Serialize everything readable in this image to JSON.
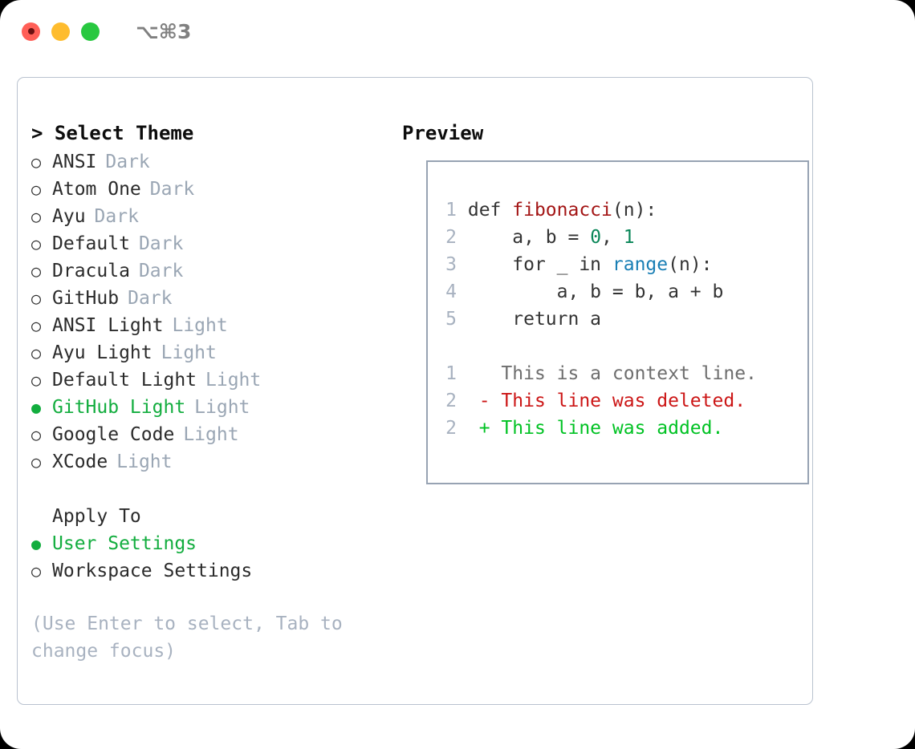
{
  "titlebar": {
    "shortcut": "⌥⌘3",
    "lights": [
      "close-red",
      "minimize-yellow",
      "maximize-green"
    ]
  },
  "dialog": {
    "theme_panel": {
      "heading": "> Select Theme",
      "bullet_selected": "●",
      "bullet_unselected": "○",
      "themes": [
        {
          "label": "ANSI",
          "category": "Dark",
          "selected": false
        },
        {
          "label": "Atom One",
          "category": "Dark",
          "selected": false
        },
        {
          "label": "Ayu",
          "category": "Dark",
          "selected": false
        },
        {
          "label": "Default",
          "category": "Dark",
          "selected": false
        },
        {
          "label": "Dracula",
          "category": "Dark",
          "selected": false
        },
        {
          "label": "GitHub",
          "category": "Dark",
          "selected": false
        },
        {
          "label": "ANSI Light",
          "category": "Light",
          "selected": false
        },
        {
          "label": "Ayu Light",
          "category": "Light",
          "selected": false
        },
        {
          "label": "Default Light",
          "category": "Light",
          "selected": false
        },
        {
          "label": "GitHub Light",
          "category": "Light",
          "selected": true
        },
        {
          "label": "Google Code",
          "category": "Light",
          "selected": false
        },
        {
          "label": "XCode",
          "category": "Light",
          "selected": false
        }
      ],
      "apply_to": {
        "heading": "Apply To",
        "options": [
          {
            "label": "User Settings",
            "selected": true
          },
          {
            "label": "Workspace Settings",
            "selected": false
          }
        ]
      },
      "hint": "(Use Enter to select, Tab to change focus)"
    },
    "preview_panel": {
      "heading": "Preview",
      "code_lines": [
        {
          "number": "1",
          "tokens": [
            {
              "text": "def ",
              "type": "plain"
            },
            {
              "text": "fibonacci",
              "type": "function"
            },
            {
              "text": "(n):",
              "type": "plain"
            }
          ]
        },
        {
          "number": "2",
          "tokens": [
            {
              "text": "    a, b = ",
              "type": "plain"
            },
            {
              "text": "0",
              "type": "number"
            },
            {
              "text": ", ",
              "type": "plain"
            },
            {
              "text": "1",
              "type": "number"
            }
          ]
        },
        {
          "number": "3",
          "tokens": [
            {
              "text": "    for _ in ",
              "type": "plain"
            },
            {
              "text": "range",
              "type": "call"
            },
            {
              "text": "(n):",
              "type": "plain"
            }
          ]
        },
        {
          "number": "4",
          "tokens": [
            {
              "text": "        a, b = b, a + b",
              "type": "plain"
            }
          ]
        },
        {
          "number": "5",
          "tokens": [
            {
              "text": "    return a",
              "type": "plain"
            }
          ]
        }
      ],
      "diff_lines": [
        {
          "number": "1",
          "marker": " ",
          "text": " This is a context line.",
          "kind": "context"
        },
        {
          "number": "2",
          "marker": "-",
          "text": " This line was deleted.",
          "kind": "deleted"
        },
        {
          "number": "2",
          "marker": "+",
          "text": " This line was added.",
          "kind": "added"
        }
      ]
    }
  },
  "colors": {
    "accent_green": "#12ad3e",
    "diff_added": "#00c223",
    "diff_deleted": "#cc1616",
    "muted": "#9aa6b4",
    "border": "#97a3b3",
    "light_red": "#ff5f57",
    "light_yellow": "#febc2e",
    "light_green": "#28c840"
  }
}
